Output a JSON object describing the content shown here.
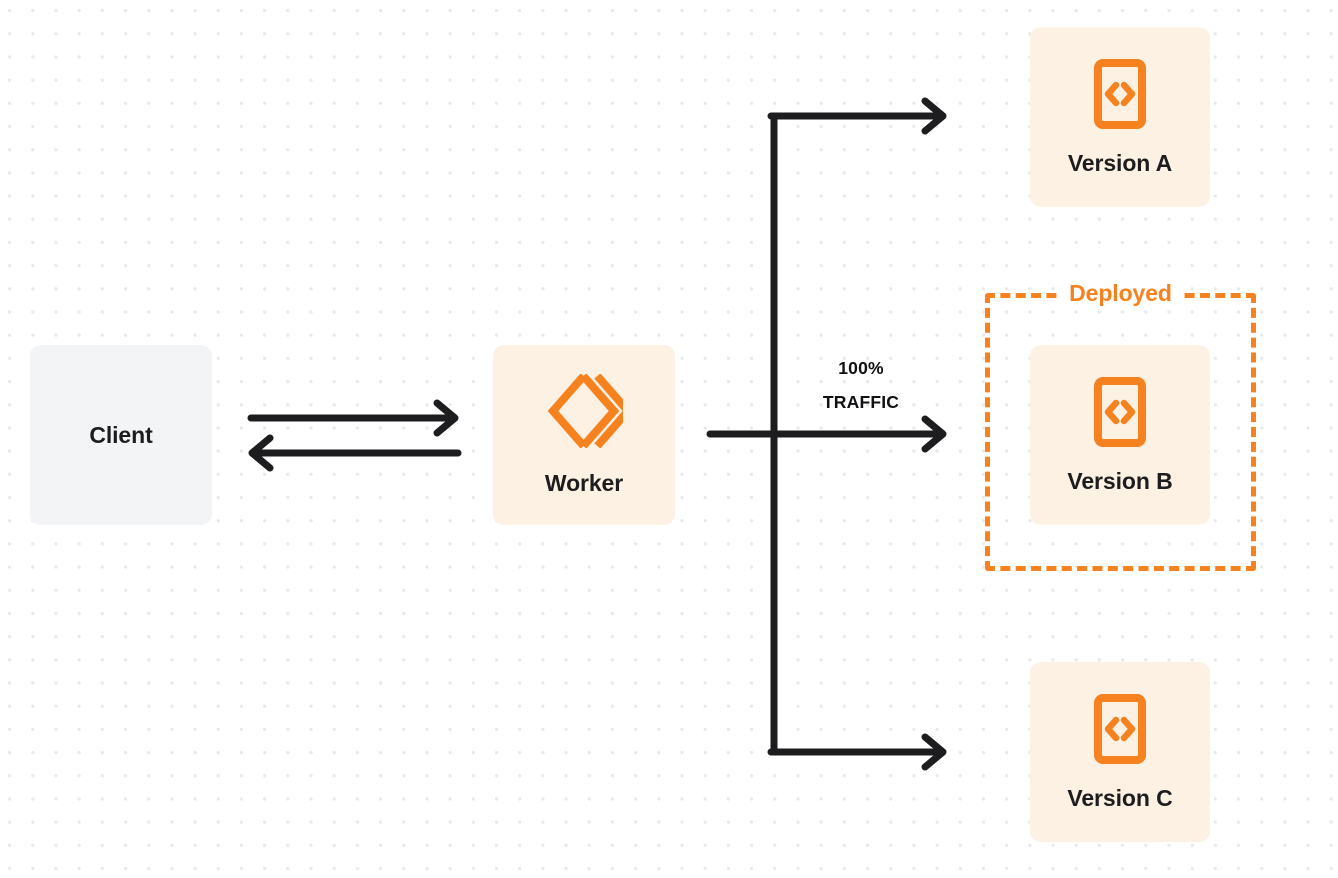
{
  "diagram": {
    "title": "Worker version traffic routing",
    "background": "#ffffff",
    "colors": {
      "accent_orange": "#f6821f",
      "node_cream": "#fdf1e3",
      "node_gray": "#f3f4f6",
      "edge_dark": "#1d1d1f",
      "text_dark": "#1d1d1f",
      "grid_dot": "#e9e9ec"
    }
  },
  "nodes": {
    "client": {
      "label": "Client",
      "icon": "none"
    },
    "worker": {
      "label": "Worker",
      "icon": "cloudflare-workers-logo"
    },
    "version_a": {
      "label": "Version A",
      "icon": "code-brackets-icon"
    },
    "version_b": {
      "label": "Version B",
      "icon": "code-brackets-icon"
    },
    "version_c": {
      "label": "Version C",
      "icon": "code-brackets-icon"
    }
  },
  "groups": {
    "deployed": {
      "label": "Deployed"
    }
  },
  "edges": {
    "traffic": {
      "percent": "100%",
      "unit": "TRAFFIC"
    }
  }
}
